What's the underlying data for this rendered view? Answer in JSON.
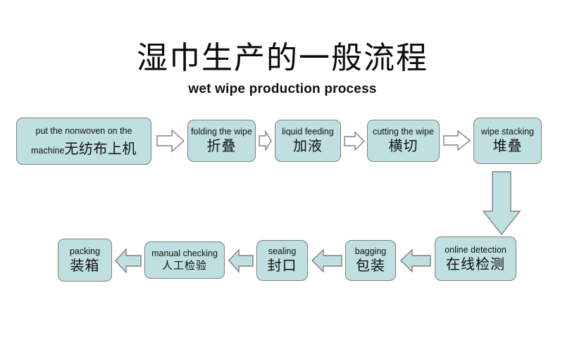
{
  "header": {
    "title_zh": "湿巾生产的一般流程",
    "title_en": "wet wipe production process"
  },
  "colors": {
    "node_fill": "#bfdfe0",
    "node_border": "#808080",
    "arrow_fill_hollow": "#ffffff",
    "arrow_fill_solid": "#bfdfe0",
    "arrow_border": "#808080",
    "background": "#ffffff",
    "text": "#111111"
  },
  "flow": {
    "row_top": [
      {
        "id": "nonwoven",
        "en": "put the nonwoven on the",
        "en2": "machine",
        "zh": "无纺布上机"
      },
      {
        "id": "folding",
        "en": "folding the wipe",
        "zh": "折叠"
      },
      {
        "id": "liquid",
        "en": "liquid feeding",
        "zh": "加液"
      },
      {
        "id": "cutting",
        "en": "cutting the wipe",
        "zh": "横切"
      },
      {
        "id": "stacking",
        "en": "wipe stacking",
        "zh": "堆叠"
      }
    ],
    "row_bottom": [
      {
        "id": "packing",
        "en": "packing",
        "zh": "装箱"
      },
      {
        "id": "manual",
        "en": "manual checking",
        "zh": "人工检验"
      },
      {
        "id": "sealing",
        "en": "sealing",
        "zh": "封口"
      },
      {
        "id": "bagging",
        "en": "bagging",
        "zh": "包装"
      },
      {
        "id": "detection",
        "en": "online detection",
        "zh": "在线检测"
      }
    ],
    "connectors": [
      {
        "id": "arrow-nonwoven-folding",
        "direction": "right",
        "style": "hollow"
      },
      {
        "id": "arrow-folding-liquid",
        "direction": "right",
        "style": "hollow"
      },
      {
        "id": "arrow-liquid-cutting",
        "direction": "right",
        "style": "hollow"
      },
      {
        "id": "arrow-cutting-stacking",
        "direction": "right",
        "style": "hollow"
      },
      {
        "id": "arrow-stacking-detection",
        "direction": "down",
        "style": "solid"
      },
      {
        "id": "arrow-detection-bagging",
        "direction": "left",
        "style": "solid"
      },
      {
        "id": "arrow-bagging-sealing",
        "direction": "left",
        "style": "solid"
      },
      {
        "id": "arrow-sealing-manual",
        "direction": "left",
        "style": "solid"
      },
      {
        "id": "arrow-manual-packing",
        "direction": "left",
        "style": "solid"
      }
    ]
  }
}
